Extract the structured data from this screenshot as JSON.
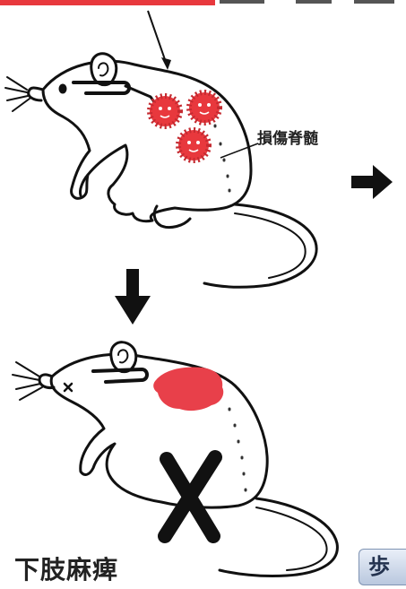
{
  "labels": {
    "injured_spinal_cord": "損傷脊髄",
    "hindlimb_paralysis": "下肢麻痺",
    "walk_button": "歩"
  },
  "colors": {
    "outline": "#111111",
    "inflammation_red": "#e8383d",
    "lesion_red": "#e8404a",
    "button_blue": "#b9c8de"
  },
  "icons": [
    "inflammation-cell-icon",
    "down-arrow-icon",
    "right-arrow-icon",
    "cross-mark-icon"
  ]
}
